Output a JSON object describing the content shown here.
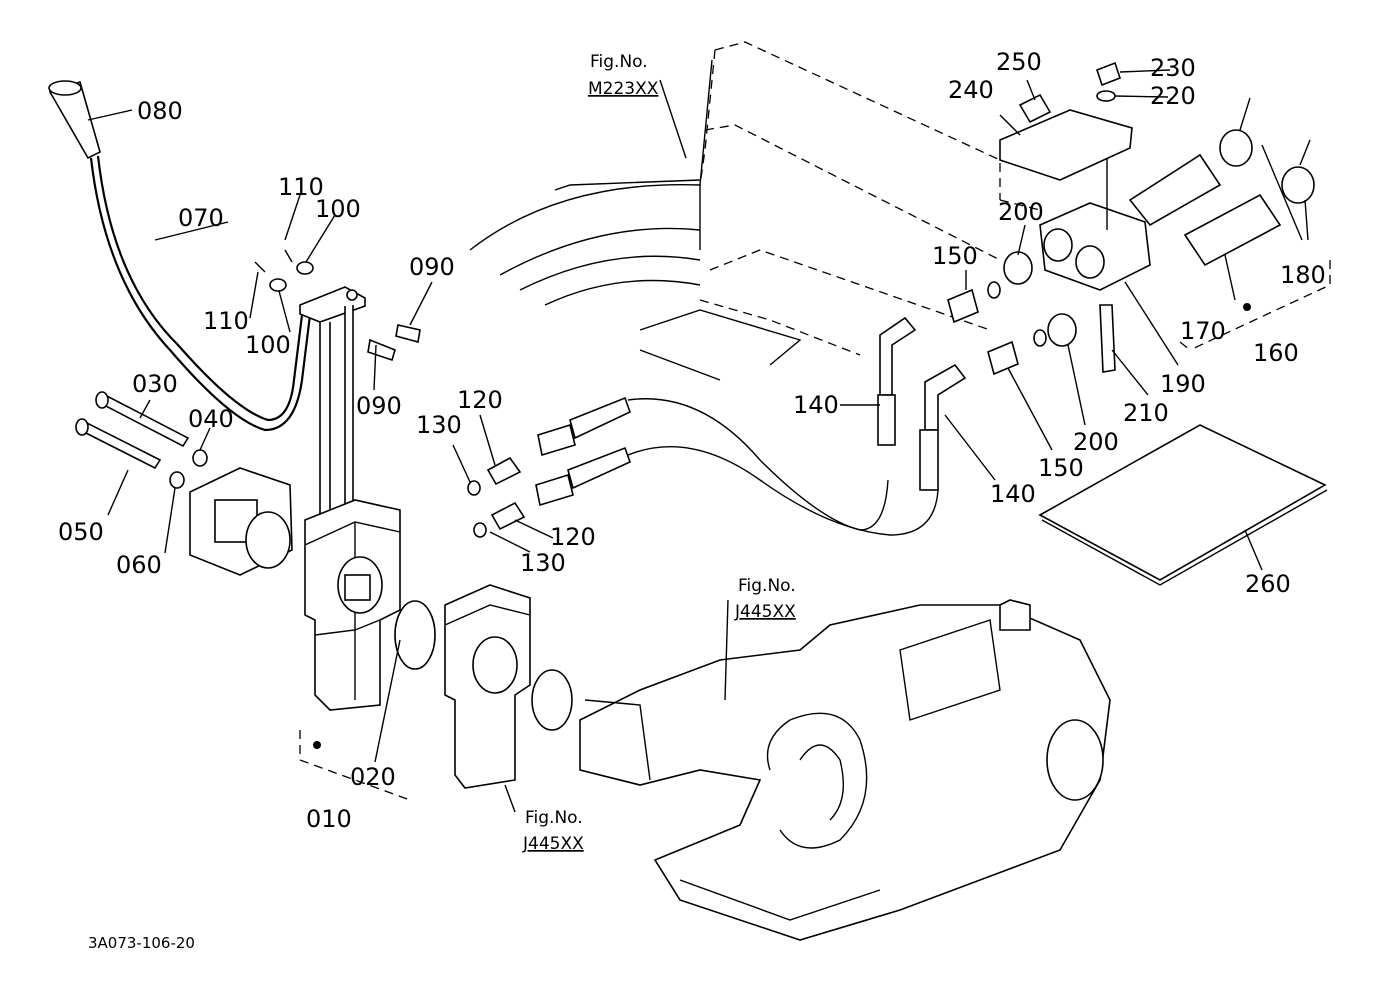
{
  "drawing_code": "3A073-106-20",
  "references": [
    {
      "caption": "Fig.No.",
      "number": "M223XX"
    },
    {
      "caption": "Fig.No.",
      "number": "J445XX"
    },
    {
      "caption": "Fig.No.",
      "number": "J445XX"
    }
  ],
  "callouts": {
    "c080": "080",
    "c070": "070",
    "c110a": "110",
    "c100a": "100",
    "c110b": "110",
    "c100b": "100",
    "c090a": "090",
    "c090b": "090",
    "c030": "030",
    "c040": "040",
    "c050": "050",
    "c060": "060",
    "c120a": "120",
    "c130a": "130",
    "c120b": "120",
    "c130b": "130",
    "c020": "020",
    "c010": "010",
    "c250": "250",
    "c240": "240",
    "c230": "230",
    "c220": "220",
    "c200a": "200",
    "c150a": "150",
    "c180": "180",
    "c140a": "140",
    "c170": "170",
    "c160": "160",
    "c190": "190",
    "c210": "210",
    "c200b": "200",
    "c150b": "150",
    "c140b": "140",
    "c260": "260"
  }
}
